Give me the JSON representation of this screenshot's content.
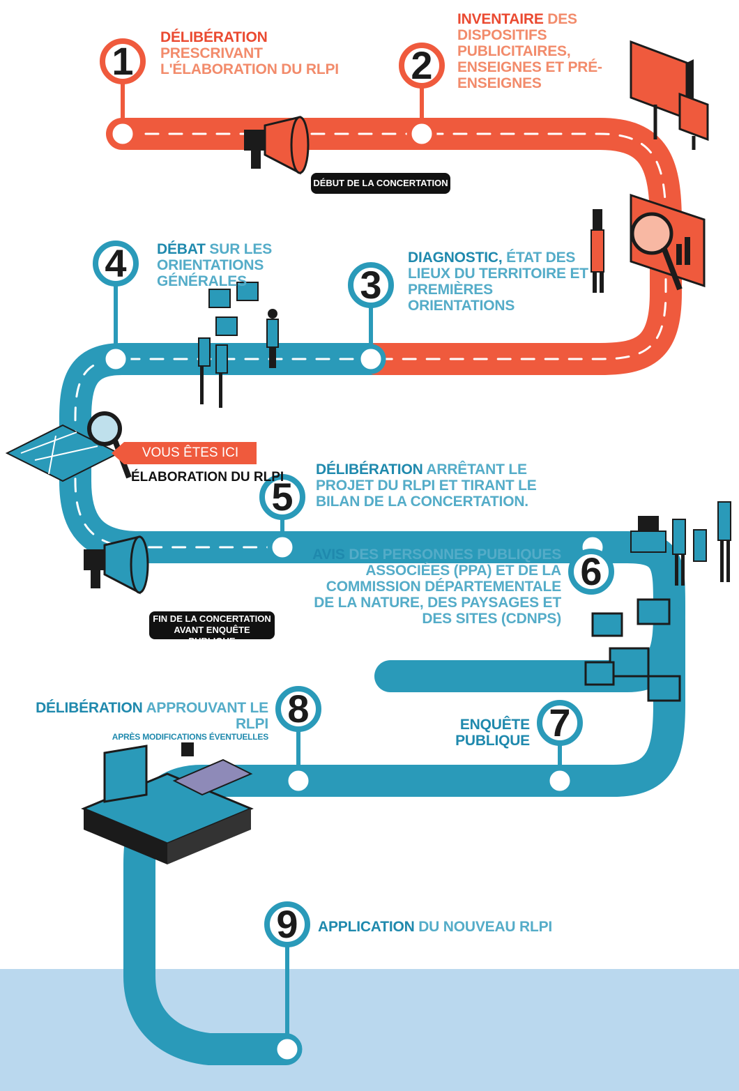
{
  "steps": [
    {
      "num": "1",
      "kw": "Délibération",
      "rest": " prescrivant l'élaboration du RLPI"
    },
    {
      "num": "2",
      "kw": "Inventaire",
      "rest": " des dispositifs publicitaires, enseignes et pré-enseignes"
    },
    {
      "num": "3",
      "kw": "Diagnostic,",
      "rest": " état des lieux du territoire et premières orientations"
    },
    {
      "num": "4",
      "kw": "Débat",
      "rest": " sur les orientations générales"
    },
    {
      "num": "5",
      "kw": "Délibération",
      "rest": " arrêtant le projet du RLPI et tirant le bilan de la concertation."
    },
    {
      "num": "6",
      "kw": "Avis",
      "rest": " des personnes publiques associées (PPA) et de la commission départementale de la nature, des paysages et des sites (CDNPS)"
    },
    {
      "num": "7",
      "kw": "Enquête publique",
      "rest": ""
    },
    {
      "num": "8",
      "kw": "Délibération",
      "rest": " approuvant le RLPI",
      "note": "après modifications éventuelles"
    },
    {
      "num": "9",
      "kw": "Application",
      "rest": " du nouveau RLPI"
    }
  ],
  "tags": {
    "start": "Début de la concertation",
    "end_line1": "Fin de la concertation",
    "end_line2": "avant enquête publique"
  },
  "here": {
    "label": "VOUS ÊTES ICI",
    "sub": "Élaboration du RLPI"
  },
  "colors": {
    "orange": "#ef5a3d",
    "blue": "#2a9ab9",
    "band": "#bad8ee"
  },
  "icons": [
    "megaphone-icon",
    "billboard-icon",
    "magnifier-chart-icon",
    "speech-bubbles-icon",
    "map-magnifier-icon",
    "office-team-icon",
    "tablet-map-icon"
  ]
}
